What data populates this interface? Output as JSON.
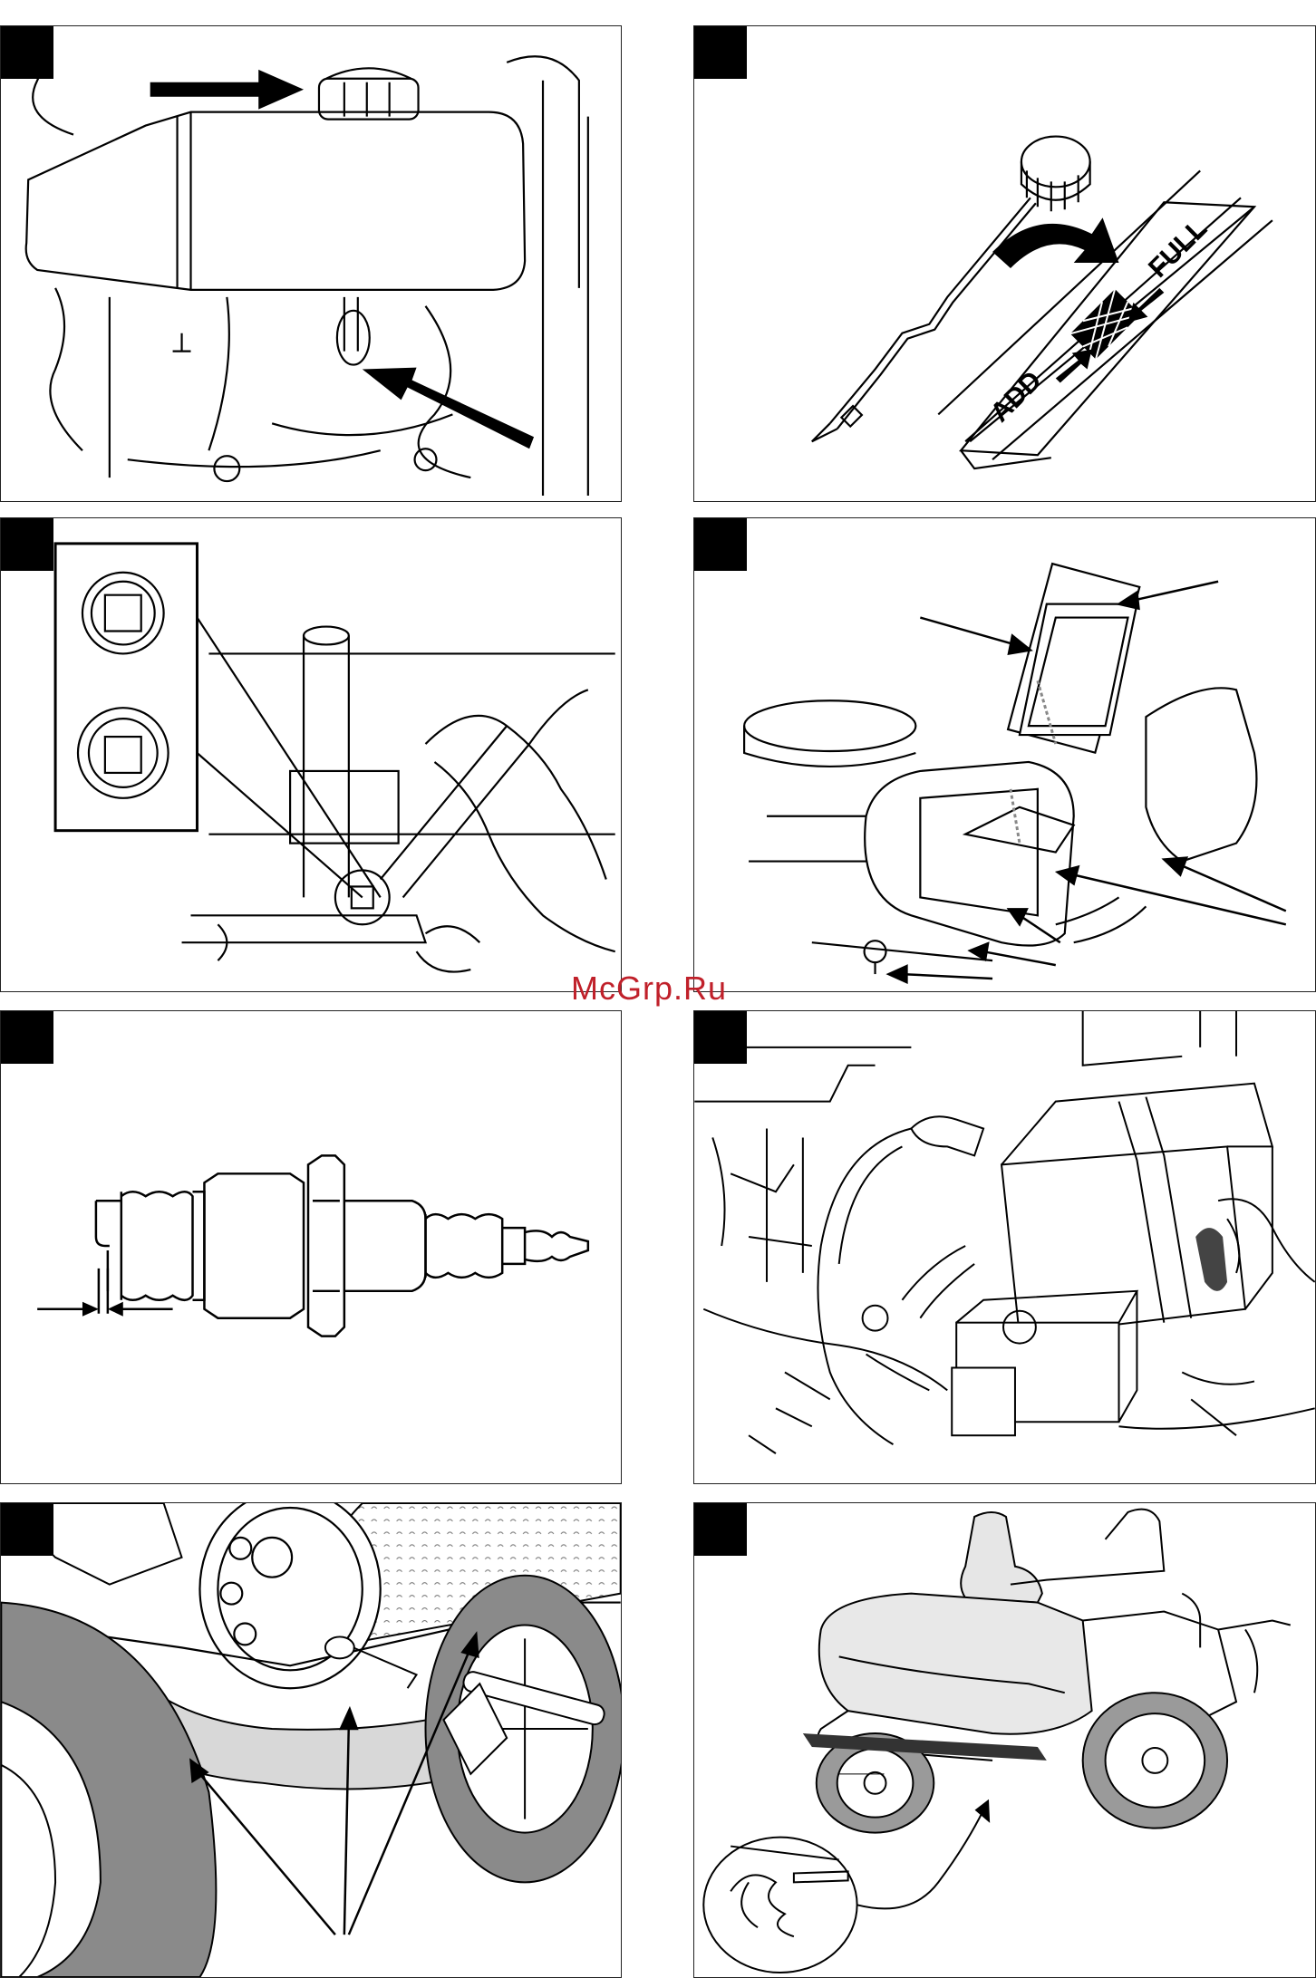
{
  "watermark": "McGrp.Ru",
  "dipstick": {
    "add_label": "ADD",
    "full_label": "FULL"
  },
  "colors": {
    "ink": "#000000",
    "watermark": "#c0202a",
    "tire": "#8a8a8a"
  },
  "figures": [
    {
      "subject": "fuel-tank-and-drain"
    },
    {
      "subject": "oil-dipstick"
    },
    {
      "subject": "oil-drain-plug"
    },
    {
      "subject": "air-filter"
    },
    {
      "subject": "spark-plug-gap"
    },
    {
      "subject": "battery"
    },
    {
      "subject": "mower-deck-wheels"
    },
    {
      "subject": "rider-mower-adjustment"
    }
  ]
}
